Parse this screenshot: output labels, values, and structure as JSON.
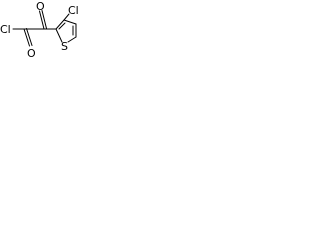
{
  "molecule": {
    "atoms": {
      "acyl_chlorine": "Cl",
      "ketone_oxygen": "O",
      "acyl_oxygen": "O",
      "ring_chlorine": "Cl",
      "ring_sulfur": "S"
    }
  }
}
